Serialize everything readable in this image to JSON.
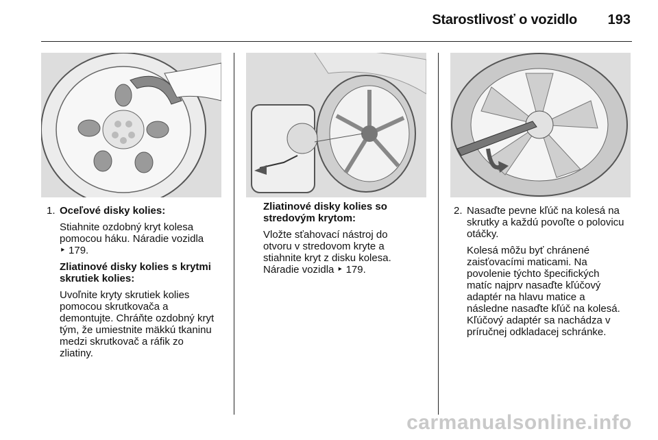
{
  "header": {
    "title": "Starostlivosť o vozidlo",
    "page_number": "193"
  },
  "col1": {
    "item_number": "1.",
    "heading": "Oceľové disky kolies:",
    "lines_a": [
      "Stiahnite ozdobný kryt kolesa",
      "pomocou háku. Náradie vozidla",
      "‣ 179."
    ],
    "subheading_lines": [
      "Zliatinové disky kolies s krytmi",
      "skrutiek kolies:"
    ],
    "lines_b": [
      "Uvoľnite kryty skrutiek kolies",
      "pomocou skrutkovača a",
      "demontujte. Chráňte ozdobný kryt",
      "tým, že umiestnite mäkkú tkaninu",
      "medzi skrutkovač a ráfik zo",
      "zliatiny."
    ]
  },
  "col2": {
    "heading_lines": [
      "Zliatinové disky kolies so",
      "stredovým krytom:"
    ],
    "lines": [
      "Vložte sťahovací nástroj do",
      "otvoru v stredovom kryte a",
      "stiahnite kryt z disku kolesa.",
      "Náradie vozidla ‣ 179."
    ]
  },
  "col3": {
    "item_number": "2.",
    "lines_a": [
      "Nasaďte pevne kľúč na kolesá na",
      "skrutky a každú povoľte o polovicu",
      "otáčky."
    ],
    "lines_b": [
      "Kolesá môžu byť chránené",
      "zaisťovacími maticami. Na",
      "povolenie týchto špecifických",
      "matíc najprv nasaďte kľúčový",
      "adaptér na hlavu matice a",
      "následne nasaďte kľúč na kolesá.",
      "Kľúčový adaptér sa nachádza v",
      "príručnej odkladacej schránke."
    ]
  },
  "watermark": "carmanualsonline.info",
  "colors": {
    "illustration_bg": "#dddddd",
    "text": "#111111",
    "rule": "#222222",
    "watermark": "#c9c9c9"
  }
}
